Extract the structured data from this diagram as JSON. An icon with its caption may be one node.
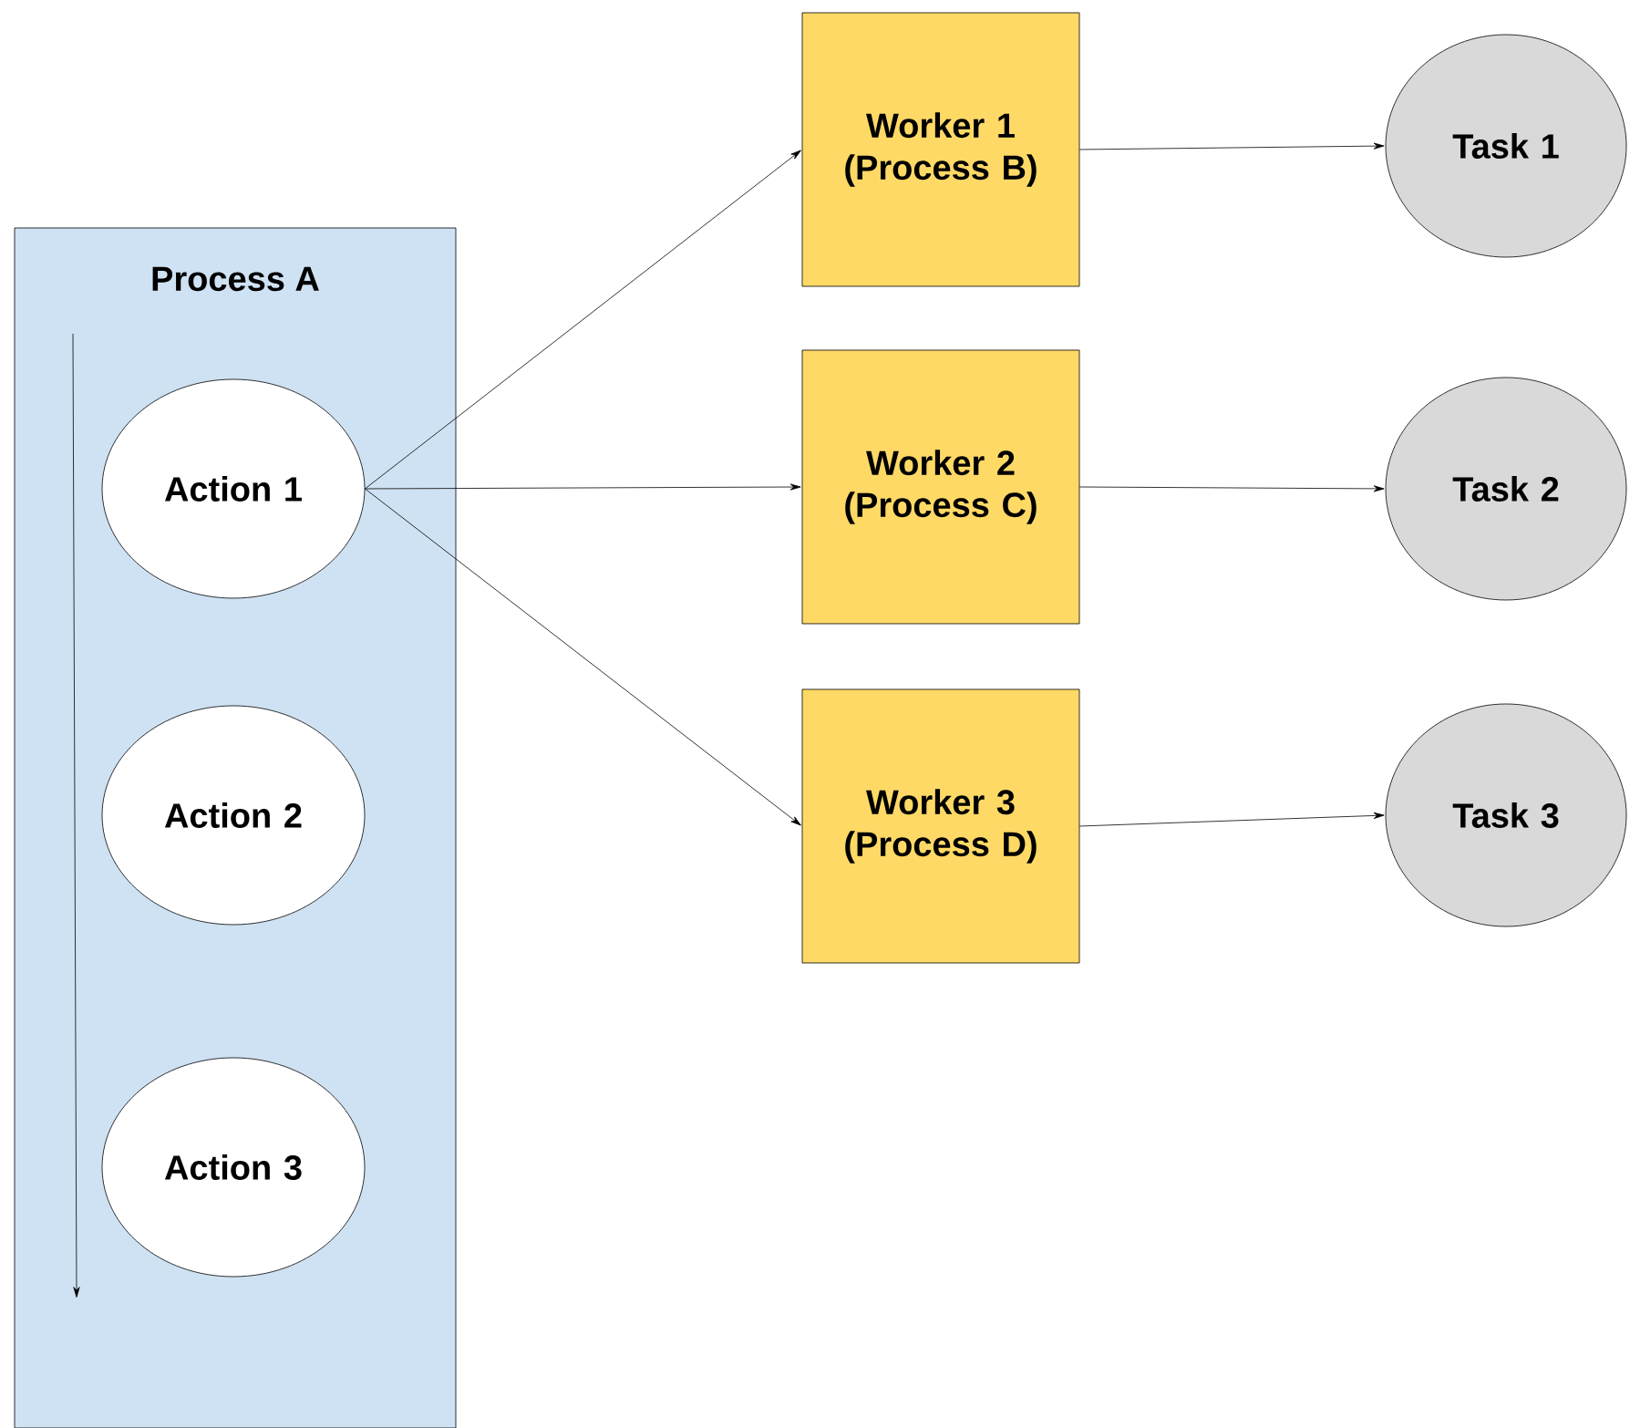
{
  "diagram": {
    "nodes": [
      {
        "text": [
          "Process A"
        ]
      },
      {
        "text": [
          "Action 1"
        ],
        "in": 0
      },
      {
        "text": [
          "Action 2"
        ],
        "in": 0
      },
      {
        "text": [
          "Action 3"
        ],
        "in": 0
      },
      {
        "text": [
          "Worker 1 (Process B)"
        ]
      },
      {
        "text": [
          "Worker 2 (Process C)"
        ]
      },
      {
        "text": [
          "Worker 3 (Process D)"
        ]
      },
      {
        "text": [
          "Task 1"
        ]
      },
      {
        "text": [
          "Task 2"
        ]
      },
      {
        "text": [
          "Task 3"
        ]
      }
    ],
    "edges": [
      {
        "from": 1,
        "to": 4,
        "arrow": "to"
      },
      {
        "from": 1,
        "to": 5,
        "arrow": "to"
      },
      {
        "from": 1,
        "to": 6,
        "arrow": "to"
      },
      {
        "from": 4,
        "to": 7,
        "arrow": "to"
      },
      {
        "from": 5,
        "to": 8,
        "arrow": "to"
      },
      {
        "from": 6,
        "to": 9,
        "arrow": "to"
      }
    ]
  }
}
